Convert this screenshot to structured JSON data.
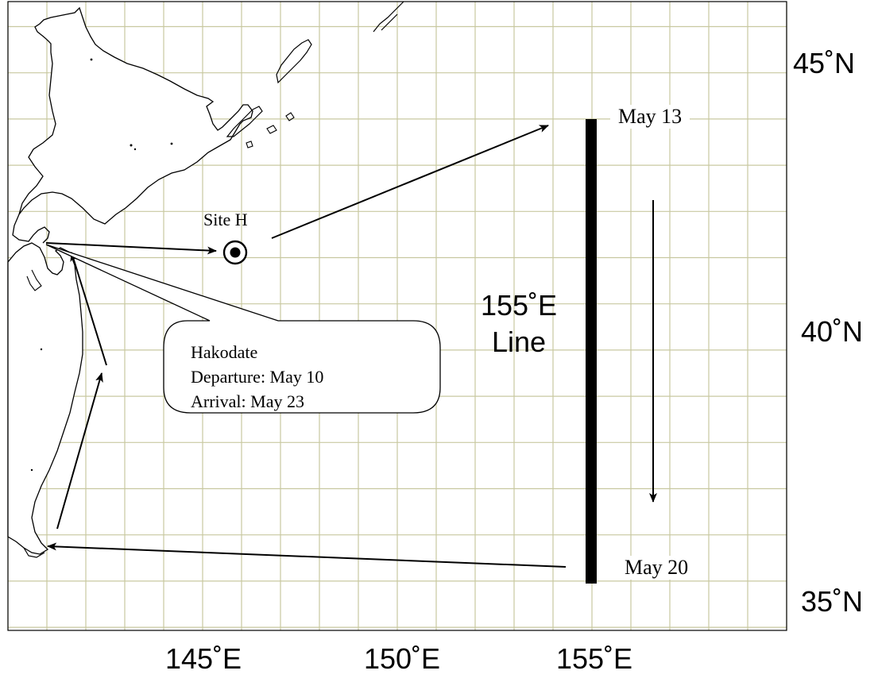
{
  "map": {
    "latitude_labels": [
      "45˚N",
      "40˚N",
      "35˚N"
    ],
    "longitude_labels": [
      "145˚E",
      "150˚E",
      "155˚E"
    ],
    "grid_color": "#c8c8a0",
    "line_color": "#000000"
  },
  "site": {
    "label": "Site H"
  },
  "transect": {
    "label_line1": "155˚E",
    "label_line2": "Line",
    "start_date": "May 13",
    "end_date": "May 20"
  },
  "callout": {
    "port": "Hakodate",
    "departure": "Departure: May 10",
    "arrival": "Arrival: May 23"
  }
}
